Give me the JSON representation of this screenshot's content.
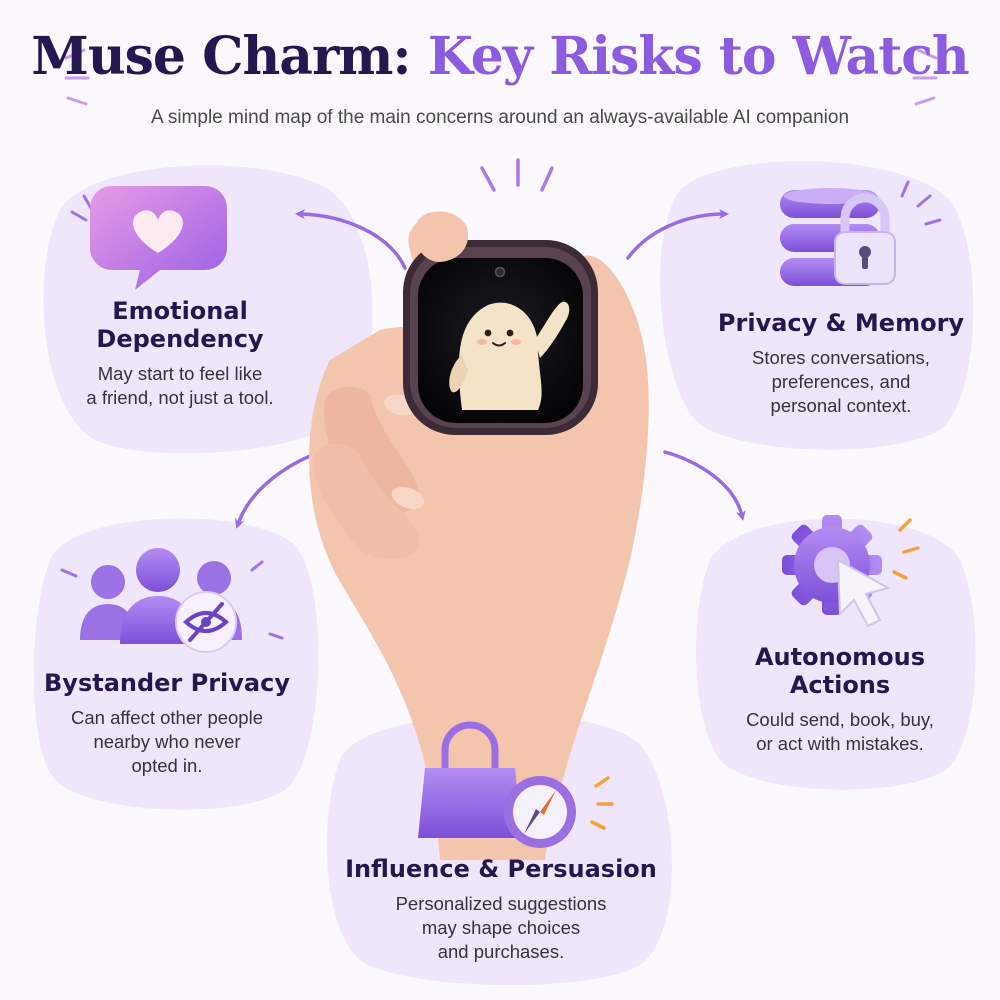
{
  "header": {
    "title_part1": "Muse Charm:",
    "title_part2": "Key Risks to Watch",
    "subtitle": "A simple mind map of the main concerns around an always-available AI companion"
  },
  "colors": {
    "navy": "#24174f",
    "purple": "#8d5be0",
    "lavender": "#efe6fb",
    "orange": "#f5a23c"
  },
  "risks": [
    {
      "title_line1": "Emotional",
      "title_line2": "Dependency",
      "desc_line1": "May start to feel like",
      "desc_line2": "a friend, not just a tool.",
      "icon": "heart-chat-bubble-icon"
    },
    {
      "title_line1": "Privacy & Memory",
      "desc_line1": "Stores conversations,",
      "desc_line2": "preferences, and",
      "desc_line3": "personal context.",
      "icon": "database-lock-icon"
    },
    {
      "title_line1": "Bystander Privacy",
      "desc_line1": "Can affect other people",
      "desc_line2": "nearby who never",
      "desc_line3": "opted in.",
      "icon": "people-hidden-eye-icon"
    },
    {
      "title_line1": "Autonomous",
      "title_line2": "Actions",
      "desc_line1": "Could send, book, buy,",
      "desc_line2": "or act with mistakes.",
      "icon": "gear-cursor-icon"
    },
    {
      "title_line1": "Influence & Persuasion",
      "desc_line1": "Personalized suggestions",
      "desc_line2": "may shape choices",
      "desc_line3": "and purchases.",
      "icon": "shopping-bag-compass-icon"
    }
  ]
}
